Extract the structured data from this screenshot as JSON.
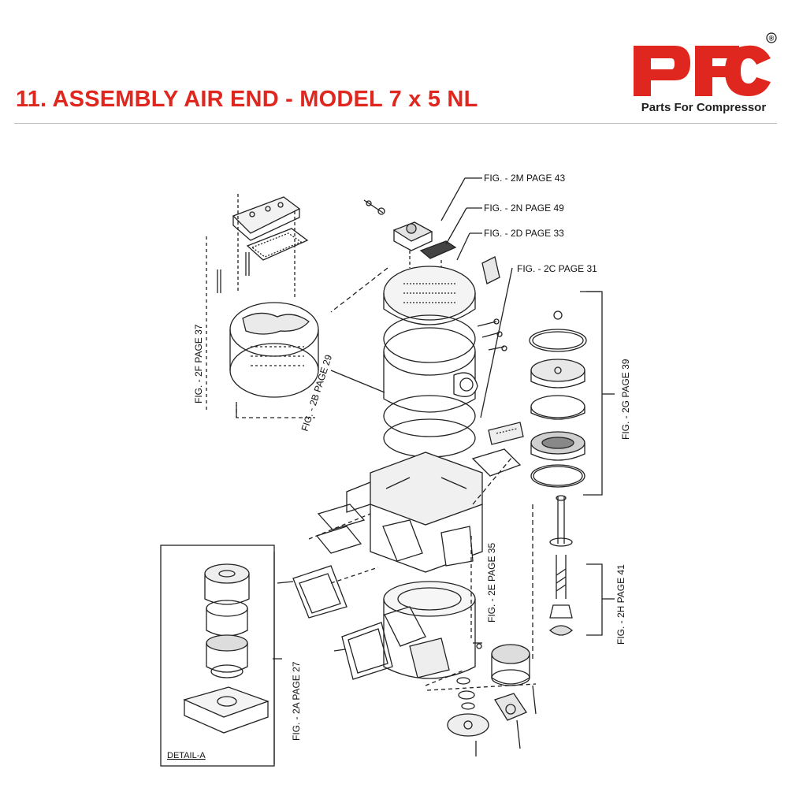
{
  "header": {
    "title": "11. ASSEMBLY AIR END - MODEL 7 x 5 NL",
    "brand_mark": "PFC",
    "brand_registered": "®",
    "brand_tagline": "Parts For Compressor",
    "brand_color": "#e0271f",
    "title_color": "#e0271f"
  },
  "figure_refs": {
    "fig_2m": "FIG. - 2M PAGE 43",
    "fig_2n": "FIG. - 2N PAGE 49",
    "fig_2d": "FIG. - 2D PAGE 33",
    "fig_2c": "FIG. - 2C PAGE 31",
    "fig_2f": "FIG. - 2F PAGE 37",
    "fig_2b": "FIG. - 2B PAGE 29",
    "fig_2g": "FIG. - 2G PAGE 39",
    "fig_2e": "FIG. - 2E PAGE 35",
    "fig_2h": "FIG. - 2H PAGE 41",
    "fig_2a": "FIG. - 2A PAGE 27"
  },
  "detail": {
    "label": "DETAIL-A"
  }
}
